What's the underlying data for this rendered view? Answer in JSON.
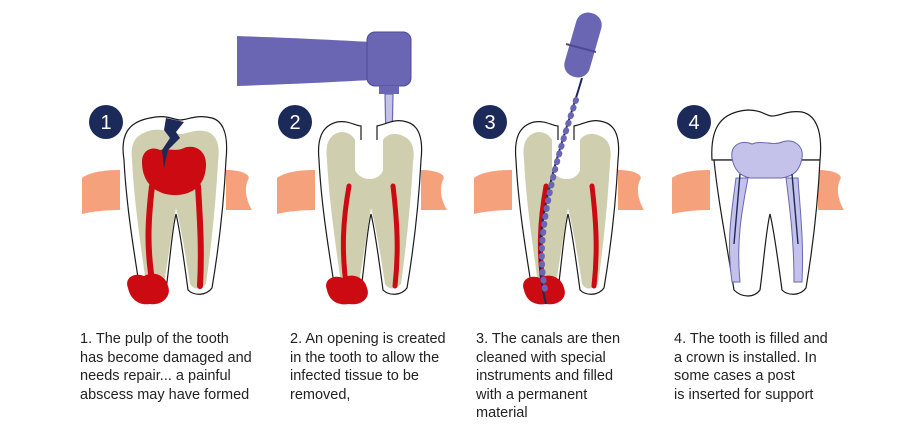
{
  "colors": {
    "badge": "#1c2a5a",
    "enamel": "#ffffff",
    "dentin": "#cfcfb0",
    "pulp": "#cc0a12",
    "gum": "#f5a27c",
    "instrument": "#6a66b4",
    "filling": "#c4c2ea",
    "outline": "#1b1b1b"
  },
  "steps": [
    {
      "number": "1",
      "caption": "1. The pulp of the tooth\nhas become damaged and\nneeds repair... a painful\nabscess may have formed"
    },
    {
      "number": "2",
      "caption": "2. An opening is created\nin the tooth to allow the\ninfected tissue to be\nremoved,"
    },
    {
      "number": "3",
      "caption": "3. The canals are then\ncleaned with special\ninstruments and filled\nwith a permanent\nmaterial"
    },
    {
      "number": "4",
      "caption": "4. The tooth is filled and\na crown is installed. In\nsome cases a post\nis inserted for support"
    }
  ]
}
